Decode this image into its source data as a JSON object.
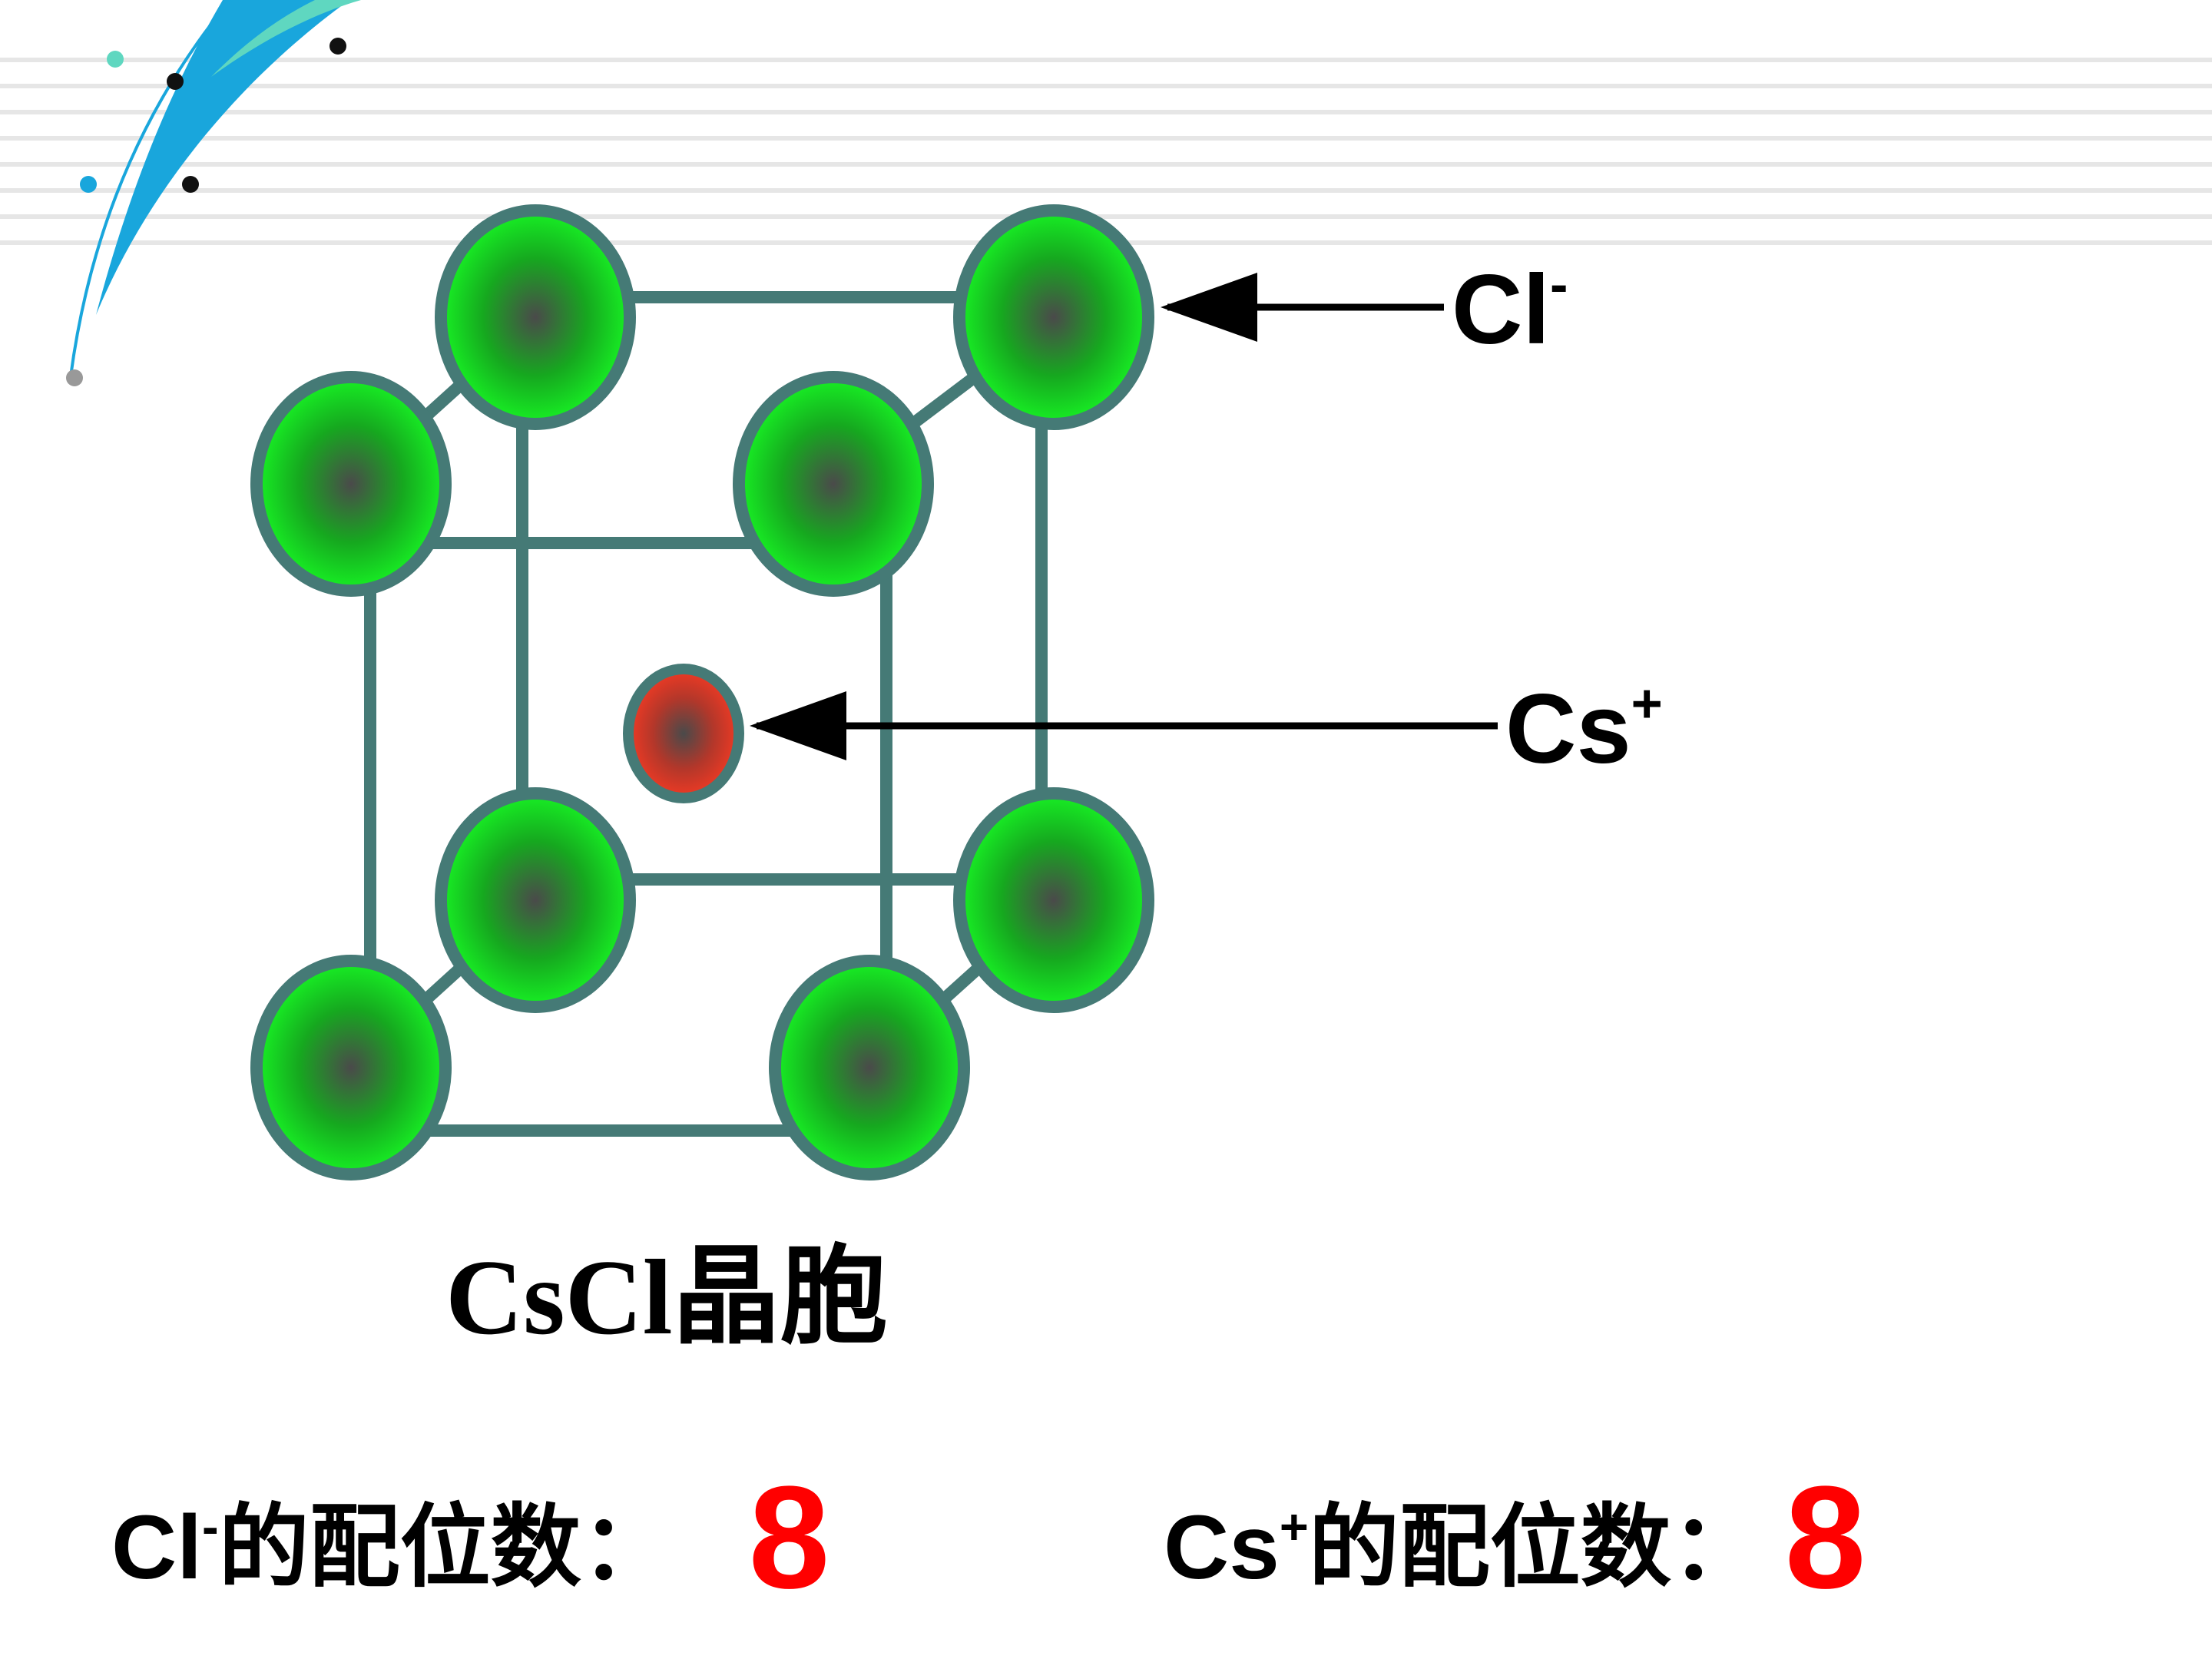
{
  "labels": {
    "cl_ion": "Cl",
    "cl_charge": "-",
    "cs_ion": "Cs",
    "cs_charge": "+"
  },
  "caption": "CsCl晶胞",
  "coordination": {
    "cl": {
      "ion": "Cl",
      "charge": "-",
      "text": "的配位数：",
      "value": "8"
    },
    "cs": {
      "ion": "Cs",
      "charge": "+",
      "text": "的配位数：",
      "value": "8"
    }
  },
  "colors": {
    "chloride_fill": "#17f024",
    "chloride_center": "#4a4a4a",
    "cesium_fill": "#ef3a24",
    "edge": "#457a76",
    "arrow": "#000000",
    "number": "#ff0000",
    "accent_blue": "#19a6dc",
    "accent_teal": "#5fd7c0"
  }
}
